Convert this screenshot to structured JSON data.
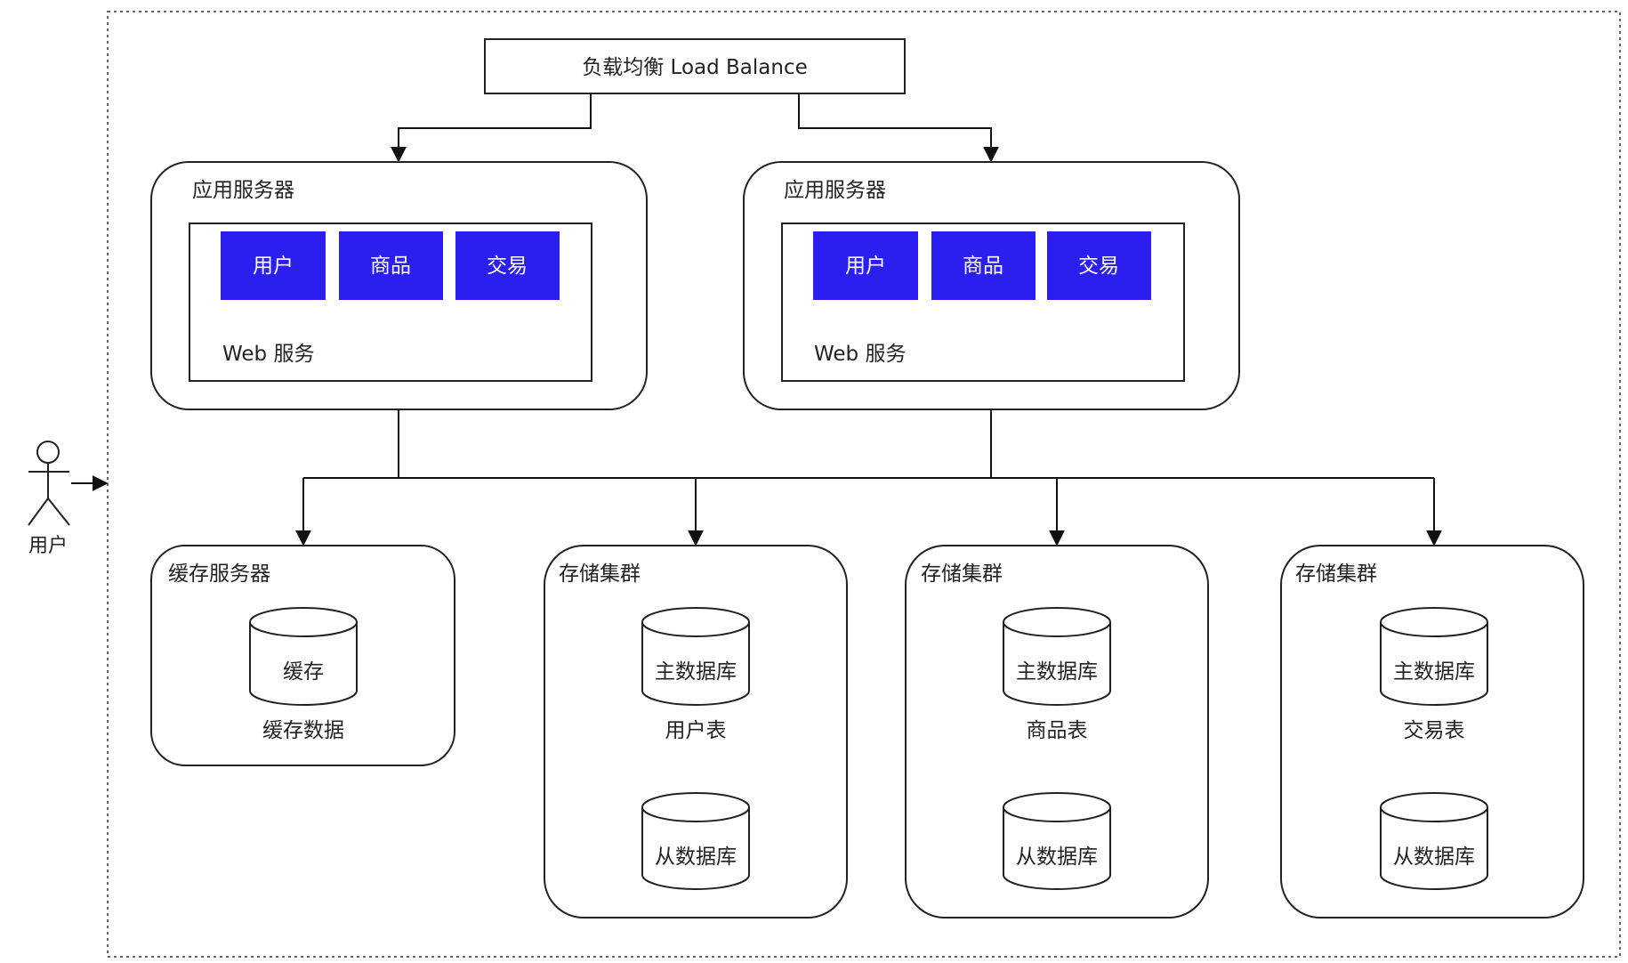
{
  "actor": {
    "label": "用户"
  },
  "load_balancer": {
    "label": "负载均衡 Load Balance"
  },
  "app_servers": [
    {
      "title": "应用服务器",
      "web_label": "Web 服务",
      "modules": [
        "用户",
        "商品",
        "交易"
      ]
    },
    {
      "title": "应用服务器",
      "web_label": "Web 服务",
      "modules": [
        "用户",
        "商品",
        "交易"
      ]
    }
  ],
  "cache_server": {
    "title": "缓存服务器",
    "db_label": "缓存",
    "caption": "缓存数据"
  },
  "storage_clusters": [
    {
      "title": "存储集群",
      "master_label": "主数据库",
      "table_label": "用户表",
      "slave_label": "从数据库"
    },
    {
      "title": "存储集群",
      "master_label": "主数据库",
      "table_label": "商品表",
      "slave_label": "从数据库"
    },
    {
      "title": "存储集群",
      "master_label": "主数据库",
      "table_label": "交易表",
      "slave_label": "从数据库"
    }
  ],
  "colors": {
    "module_fill": "#2b1ff0",
    "stroke": "#222222"
  }
}
